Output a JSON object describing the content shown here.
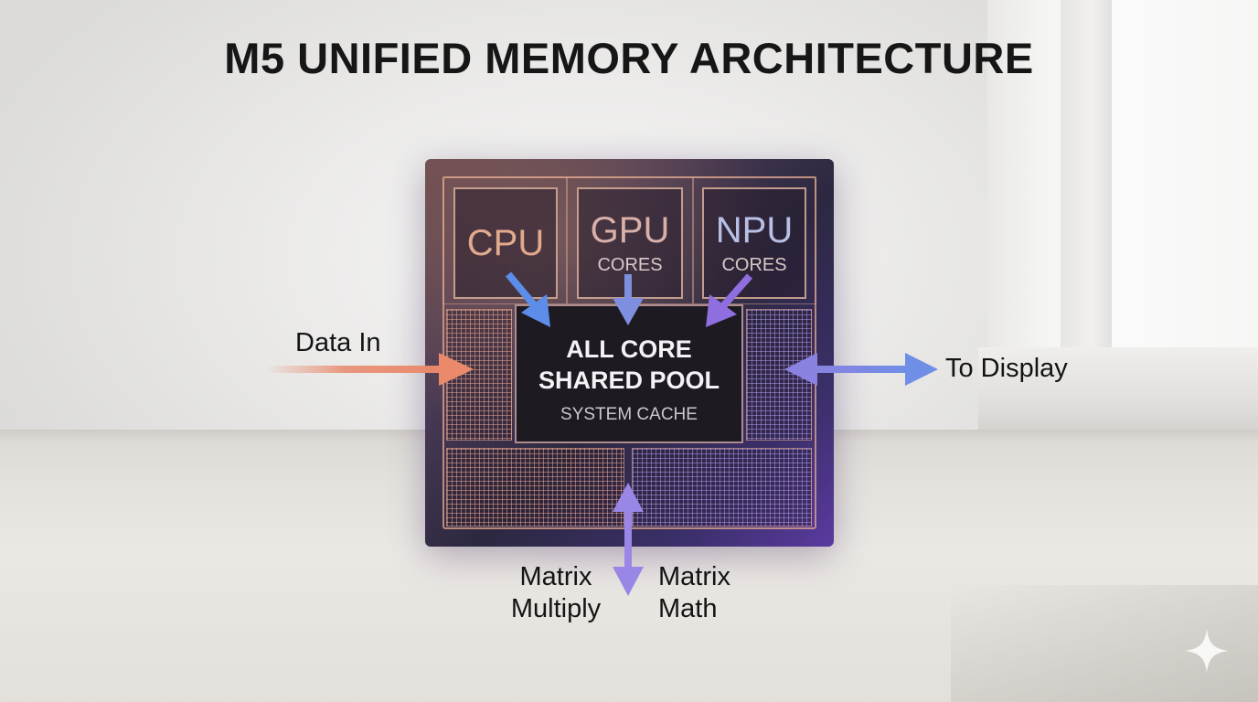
{
  "title": "M5 UNIFIED MEMORY ARCHITECTURE",
  "chip": {
    "cpu": {
      "label": "CPU"
    },
    "gpu": {
      "label": "GPU",
      "sub": "CORES"
    },
    "npu": {
      "label": "NPU",
      "sub": "CORES"
    },
    "pool": {
      "line1": "ALL CORE",
      "line2": "SHARED POOL",
      "sub": "SYSTEM CACHE"
    }
  },
  "labels": {
    "data_in": "Data In",
    "to_display": "To Display",
    "matrix_multiply_1": "Matrix",
    "matrix_multiply_2": "Multiply",
    "matrix_math_1": "Matrix",
    "matrix_math_2": "Math"
  },
  "colors": {
    "input_arrow": "#e8876a",
    "display_arrow": "#7b87e0",
    "cpu_arrow": "#5c8de8",
    "npu_arrow": "#8f6ee0",
    "matrix_arrow": "#9a86e6"
  },
  "icons": {
    "watermark": "sparkle-icon"
  }
}
